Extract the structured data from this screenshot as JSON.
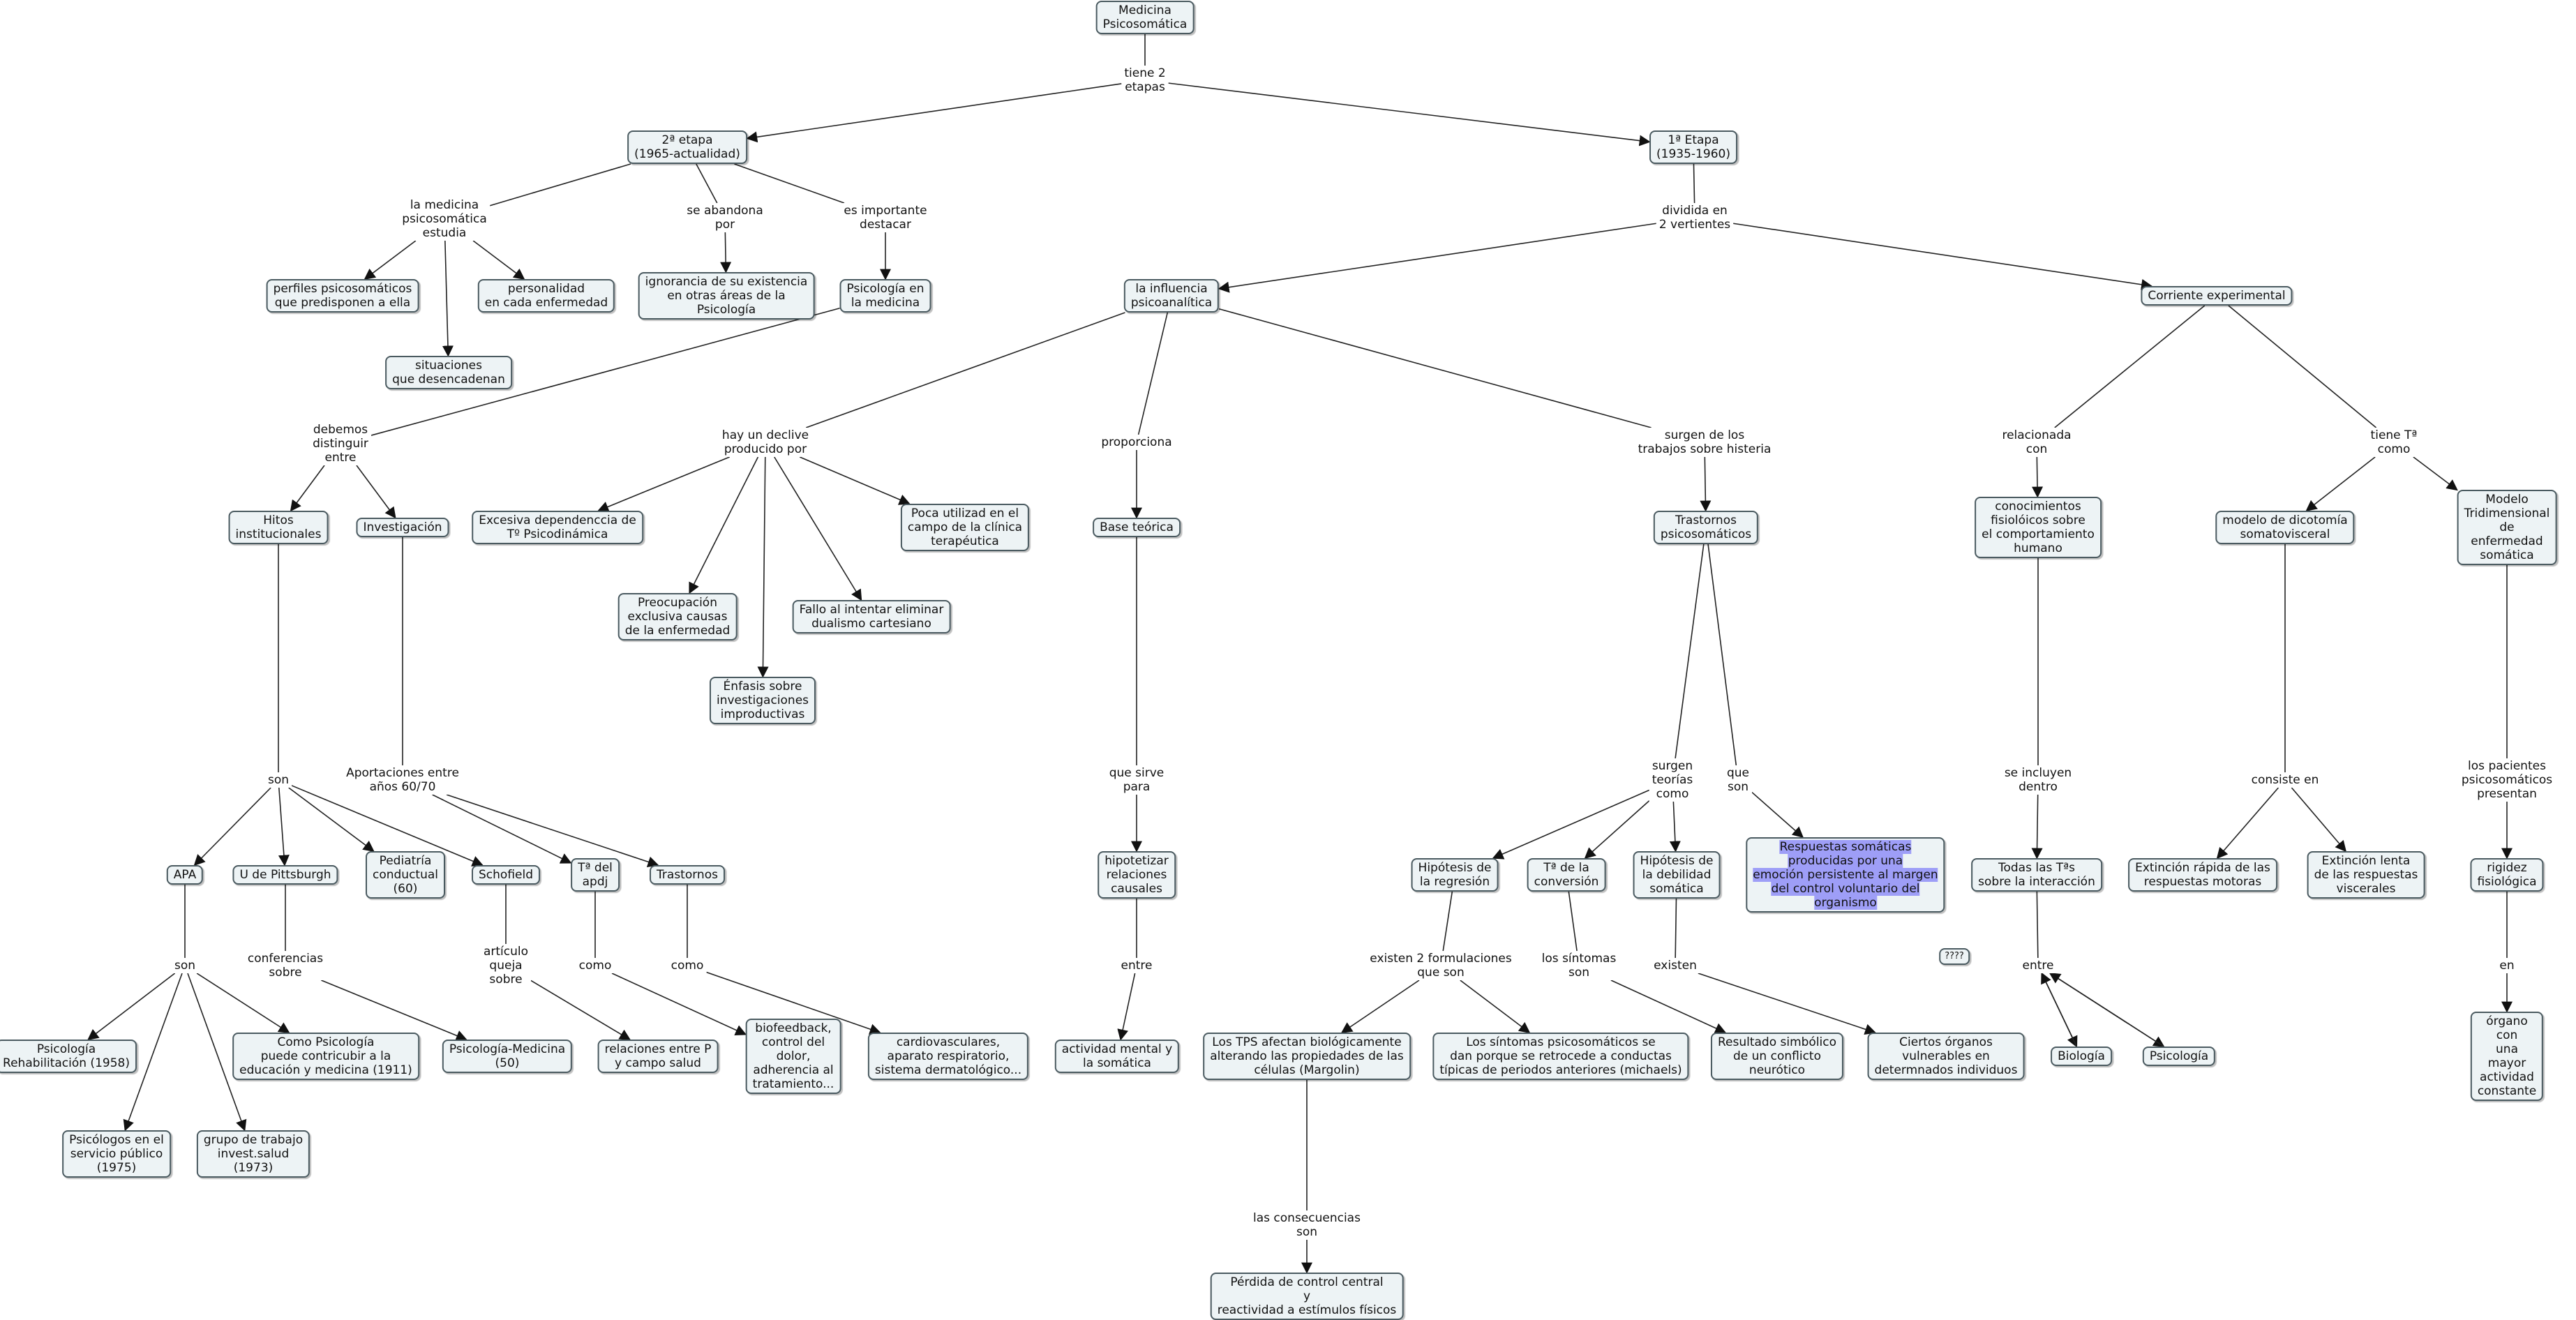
{
  "nodes": {
    "root": "Medicina\nPsicosomática",
    "e2": "2ª etapa\n(1965-actualidad)",
    "e1": "1ª Etapa\n(1935-1960)",
    "perfiles": "perfiles psicosomáticos\nque predisponen a ella",
    "personalidad": "personalidad\nen cada enfermedad",
    "situaciones": "situaciones\nque desencadenan",
    "ignorancia": "ignorancia de su existencia\nen otras áreas de la\nPsicología",
    "psicmed": "Psicología en\nla medicina",
    "influencia": "la influencia\npsicoanalítica",
    "corriente": "Corriente experimental",
    "hitos": "Hitos\ninstitucionales",
    "investigacion": "Investigación",
    "excesiva": "Excesiva dependenccia de\nTº Psicodinámica",
    "poca": "Poca utilizad en el\ncampo de la clínica\nterapéutica",
    "preocupacion": "Preocupación\nexclusiva causas\nde la enfermedad",
    "fallo": "Fallo al intentar eliminar\ndualismo cartesiano",
    "enfasis": "Énfasis sobre\ninvestigaciones\nimproductivas",
    "base": "Base teórica",
    "trastornos_ps": "Trastornos\npsicosomáticos",
    "conocimientos": "conocimientos\nfisiolóicos sobre\nel comportamiento\nhumano",
    "dicotomia": "modelo de dicotomía\nsomatovisceral",
    "tridimensional": "Modelo Tridimensional\nde enfermedad\nsomática",
    "apa": "APA",
    "pittsburgh": "U de Pittsburgh",
    "pediatria": "Pediatría\nconductual\n(60)",
    "schofield": "Schofield",
    "tapdj": "Tª del\napdj",
    "trastornos": "Trastornos",
    "hipotetizar": "hipotetizar\nrelaciones\ncausales",
    "regresion": "Hipótesis de\nla regresión",
    "conversion": "Tª de la\nconversión",
    "debilidad": "Hipótesis de\nla debilidad\nsomática",
    "respuestas": "Respuestas somáticas\nproducidas por una\nemoción persistente al margen\ndel control voluntario del\norganismo",
    "todas": "Todas las Tªs\nsobre la interacción",
    "extincion_rapida": "Extinción rápida de las\nrespuestas motoras",
    "extincion_lenta": "Extinción lenta\nde las respuestas\nviscerales",
    "rigidez": "rigidez fisiológica",
    "qqq": "????",
    "rehab": "Psicología\nRehabilitación (1958)",
    "como_psic": "Como Psicología\npuede contricubir a la\neducación y medicina (1911)",
    "psicmed50": "Psicología-Medicina\n(50)",
    "relaciones": "relaciones entre P\ny campo salud",
    "biofeedback": "biofeedback,\ncontrol del\ndolor,\nadherencia al\ntratamiento...",
    "cardio": "cardiovasculares,\naparato respiratorio,\nsistema dermatológico...",
    "actividad": "actividad mental y\nla somática",
    "tps": "Los TPS afectan biológicamente\nalterando las propiedades de las\ncélulas (Margolin)",
    "sintomas_ps": "Los síntomas psicosomáticos se\ndan porque se retrocede a conductas\ntípicas de periodos anteriores (michaels)",
    "resultado": "Resultado simbólico\nde un conflicto\nneurótico",
    "ciertos": "Ciertos órganos\nvulnerables en\ndetermnados individuos",
    "biologia": "Biología",
    "psicologia": "Psicología",
    "organo": "órgano con\nuna mayor\nactividad\nconstante",
    "psicologos": "Psicólogos en el\nservicio público\n(1975)",
    "grupo": "grupo de trabajo\ninvest.salud\n(1973)",
    "perdida": "Pérdida de control central\ny\nreactividad a estímulos físicos"
  },
  "labels": {
    "tiene2": "tiene 2\netapas",
    "medestudia": "la medicina\npsicosomática\nestudia",
    "abandona": "se abandona\npor",
    "destacar": "es importante\ndestacar",
    "dividida": "dividida en\n2 vertientes",
    "debemos": "debemos\ndistinguir\nentre",
    "declive": "hay un declive\nproducido por",
    "proporciona": "proporciona",
    "surgen_hist": "surgen de los\ntrabajos sobre histeria",
    "relacionada": "relacionada\ncon",
    "tiene_como": "tiene Tª\ncomo",
    "son1": "son",
    "aportaciones": "Aportaciones entre\naños 60/70",
    "quesirve": "que sirve\npara",
    "surgen_teorias": "surgen\nteorías\ncomo",
    "queson": "que\nson",
    "incluyen": "se incluyen\ndentro",
    "consiste": "consiste en",
    "pacientes": "los pacientes\npsicosomáticos\npresentan",
    "son2": "son",
    "conferencias": "conferencias\nsobre",
    "articulo": "artículo\nqueja\nsobre",
    "como1": "como",
    "como2": "como",
    "entre1": "entre",
    "existen2": "existen 2 formulaciones\nque son",
    "sintomas_lbl": "los síntomas\nson",
    "existen": "existen",
    "entre2": "entre",
    "en": "en",
    "consecuencias": "las consecuencias\nson"
  },
  "colors": {
    "highlight": "#9e9ef7",
    "node_fill": "#edf3f5",
    "node_border": "#4a5a60"
  }
}
